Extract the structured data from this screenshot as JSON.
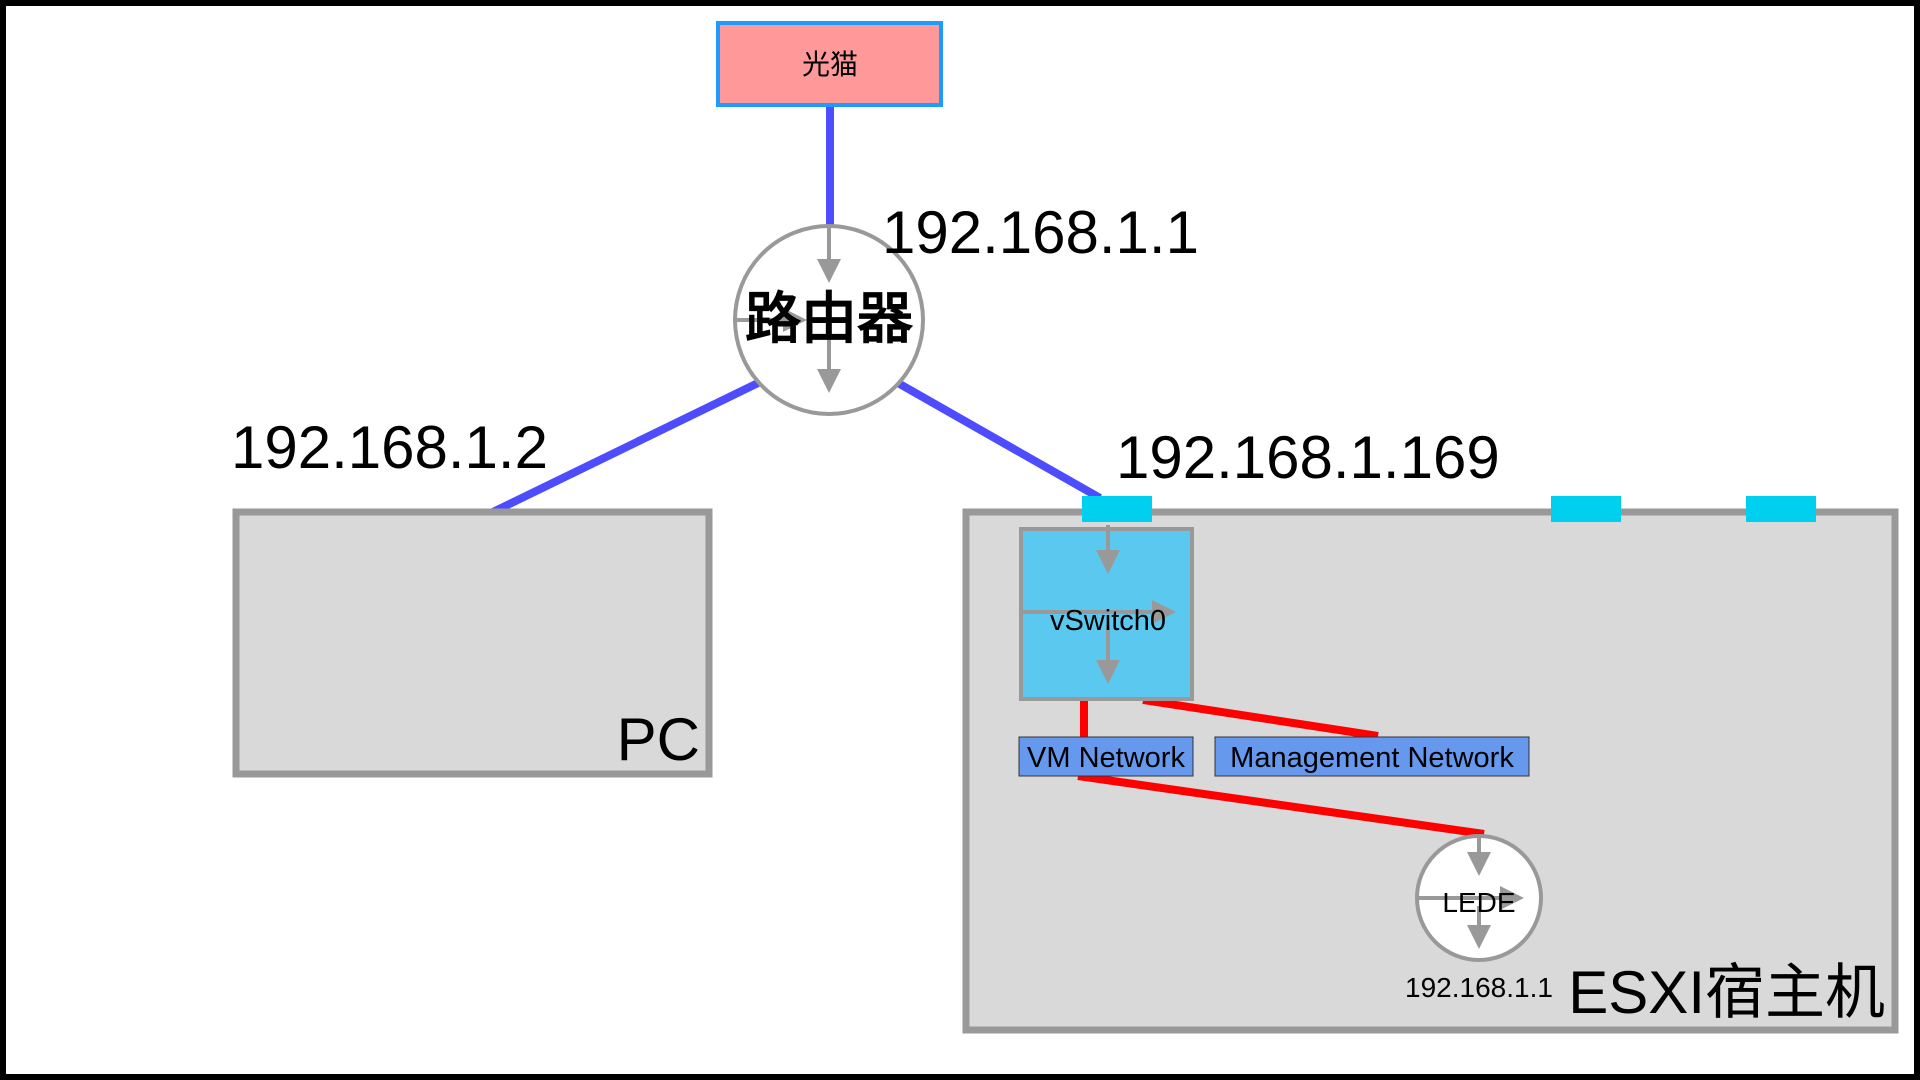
{
  "modem": {
    "label": "光猫"
  },
  "router": {
    "label": "路由器",
    "ip": "192.168.1.1"
  },
  "pc": {
    "label": "PC",
    "ip": "192.168.1.2"
  },
  "esxi": {
    "label": "ESXI宿主机",
    "ip": "192.168.1.169",
    "vswitch": {
      "label": "vSwitch0"
    },
    "port_groups": [
      {
        "label": "VM Network"
      },
      {
        "label": "Management Network"
      }
    ],
    "lede": {
      "label": "LEDE",
      "ip": "192.168.1.1"
    }
  },
  "colors": {
    "frame": "#000000",
    "background": "#ffffff",
    "modem_fill": "#ff9999",
    "modem_border": "#1e9bff",
    "blue_link": "#4d4dff",
    "red_link": "#ff0000",
    "host_fill": "#d9d9d9",
    "host_border": "#999999",
    "switch_fill": "#5bc8ef",
    "portgroup_fill": "#6699ee",
    "nic": "#00d0f0",
    "arrow": "#999999"
  }
}
